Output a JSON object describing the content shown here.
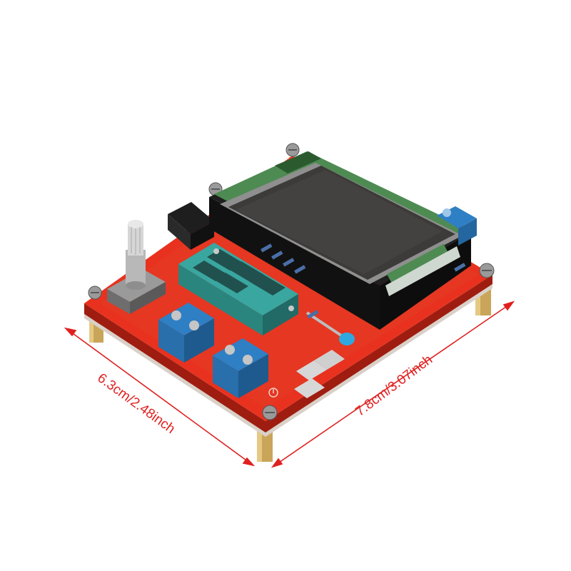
{
  "dimensions": {
    "depth_label": "6.3cm/2.48inch",
    "width_label": "7.8cm/3.07inch"
  },
  "colors": {
    "pcb": "#e8321f",
    "pcb_dark": "#b8220f",
    "lcd_bezel": "#4e8b52",
    "lcd_screen": "#3d3a3a",
    "zif_socket": "#3aa6a0",
    "terminal_block": "#2f7fc4",
    "standoff": "#c9a55a",
    "dimension_line": "#e0201f"
  },
  "device": {
    "name_icon": "transistor-tester-board",
    "components": [
      "lcd-display",
      "zif-socket",
      "rotary-encoder-knob",
      "dc-power-jack",
      "screw-terminal-left",
      "screw-terminal-center",
      "screw-terminal-right",
      "brass-standoff"
    ]
  }
}
